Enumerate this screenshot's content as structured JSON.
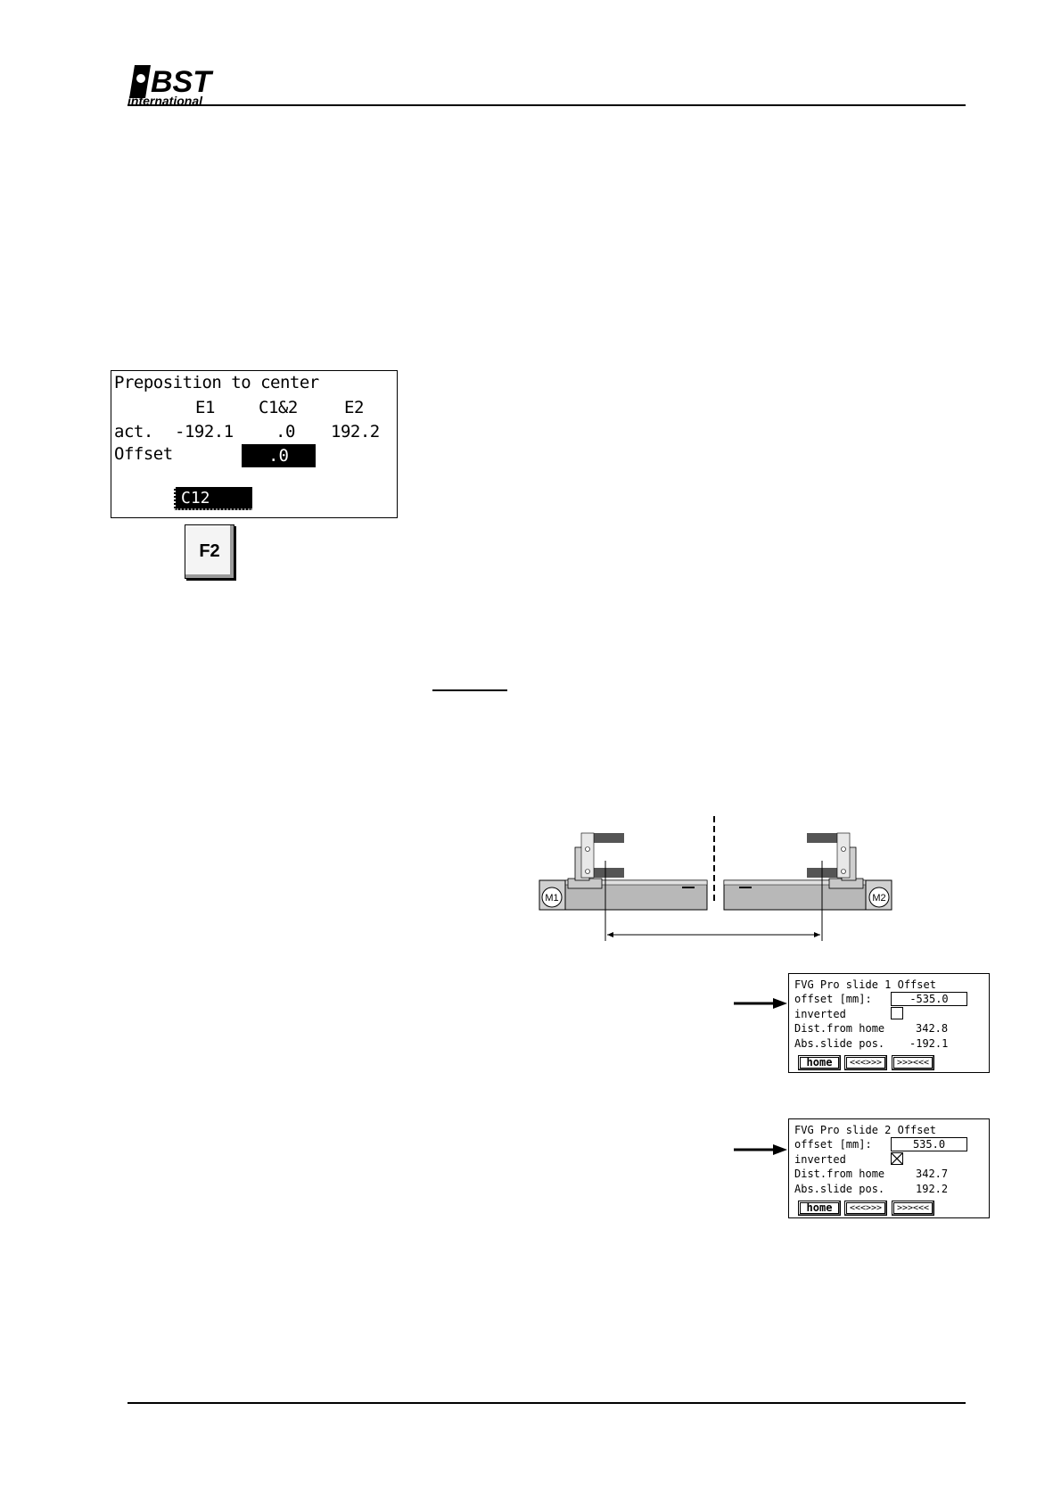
{
  "header": {
    "logo": {
      "brand": "BST",
      "sub": "international"
    }
  },
  "lcd": {
    "title": "Preposition to center",
    "col_e1": "E1",
    "col_c12": "C1&2",
    "col_e2": "E2",
    "row_act_label": "act.",
    "act_e1": "-192.1",
    "act_c12": ".0",
    "act_e2": "192.2",
    "row_offset_label": "Offset",
    "offset_value": ".0",
    "softkey": "C12"
  },
  "key": {
    "label": "F2"
  },
  "diagram": {
    "motor_left": "M1",
    "motor_right": "M2"
  },
  "fvg_slide1": {
    "title": "FVG Pro slide 1 Offset",
    "offset_label": "offset [mm]:",
    "offset_value": "-535.0",
    "inverted_label": "inverted",
    "inverted_checked": false,
    "dist_label": "Dist.from home",
    "dist_value": "342.8",
    "abs_label": "Abs.slide pos.",
    "abs_value": "-192.1",
    "btn_home": "home",
    "btn_in": "<<<>>>",
    "btn_out": ">>><<<"
  },
  "fvg_slide2": {
    "title": "FVG Pro slide 2 Offset",
    "offset_label": "offset [mm]:",
    "offset_value": "535.0",
    "inverted_label": "inverted",
    "inverted_checked": true,
    "dist_label": "Dist.from home",
    "dist_value": "342.7",
    "abs_label": "Abs.slide pos.",
    "abs_value": "192.2",
    "btn_home": "home",
    "btn_in": "<<<>>>",
    "btn_out": ">>><<<"
  }
}
